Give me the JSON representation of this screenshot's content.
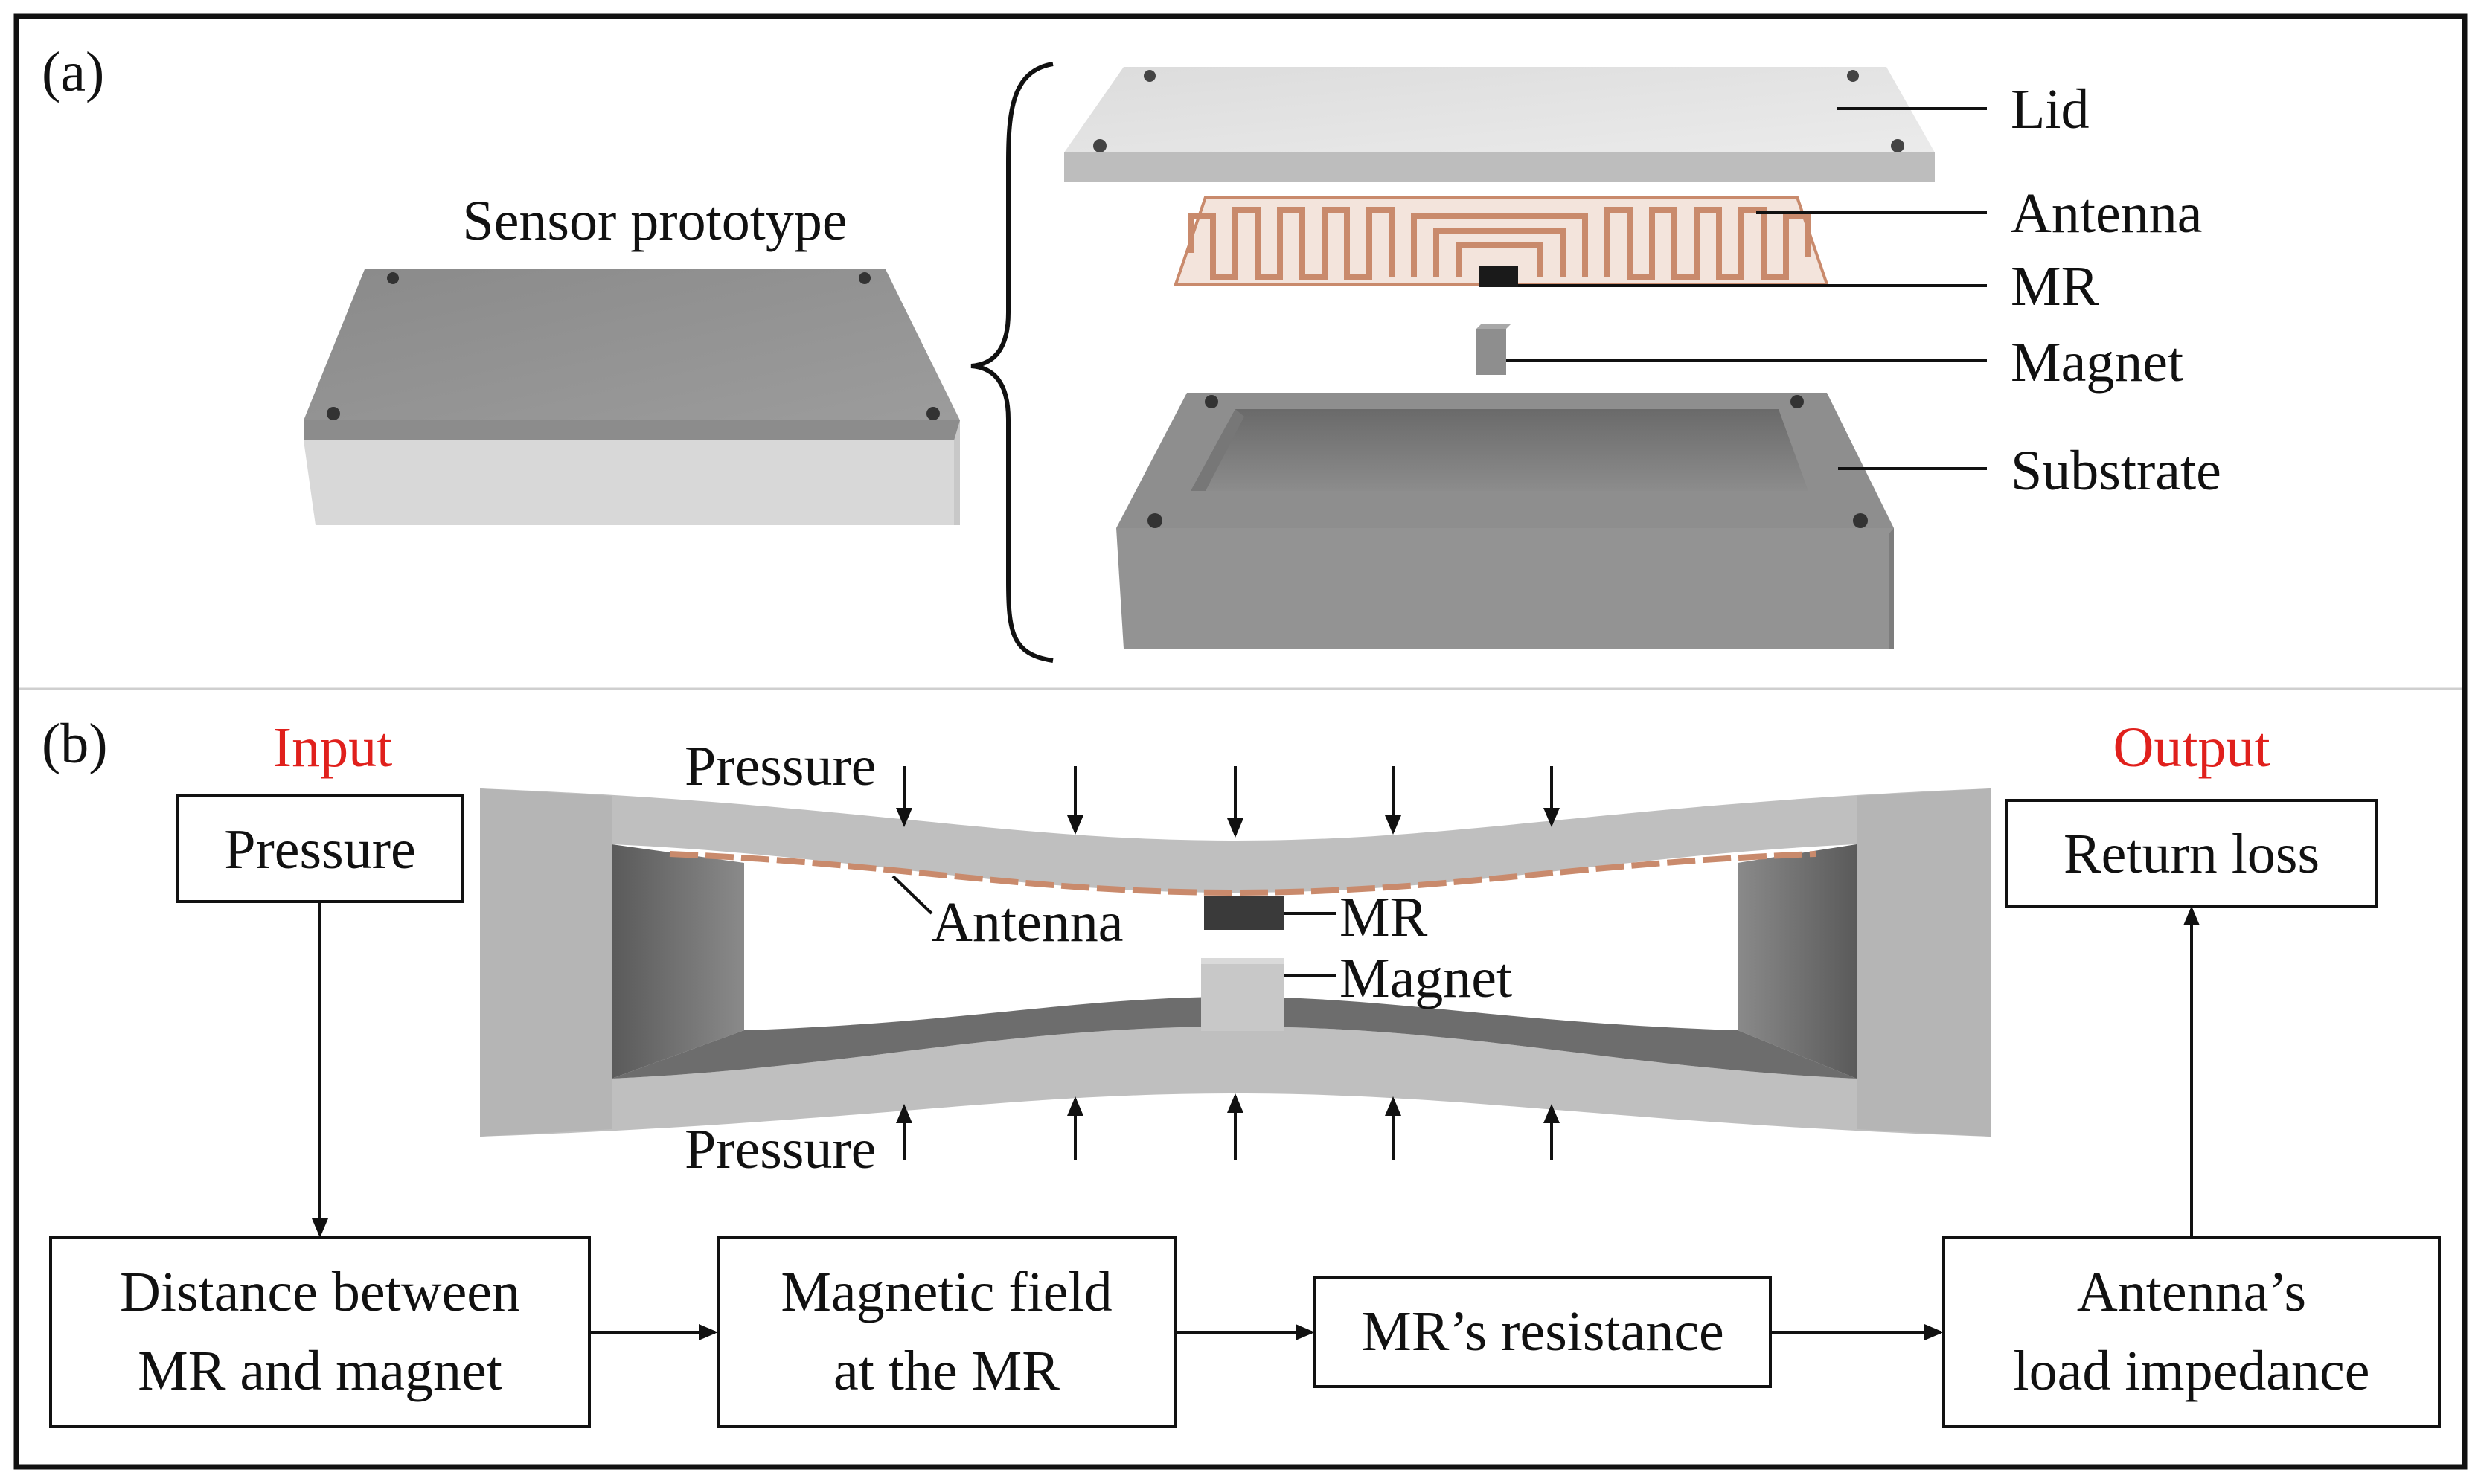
{
  "panel_a": {
    "tag": "(a)",
    "prototype_title": "Sensor prototype",
    "labels": {
      "lid": "Lid",
      "antenna": "Antenna",
      "mr": "MR",
      "magnet": "Magnet",
      "substrate": "Substrate"
    }
  },
  "panel_b": {
    "tag": "(b)",
    "input_heading": "Input",
    "output_heading": "Output",
    "pressure_top": "Pressure",
    "pressure_bottom": "Pressure",
    "antenna_label": "Antenna",
    "mr_label": "MR",
    "magnet_label": "Magnet",
    "input_box": "Pressure",
    "output_box": "Return loss",
    "flow": [
      {
        "line1": "Distance between",
        "line2": "MR and magnet"
      },
      {
        "line1": "Magnetic field",
        "line2": "at the MR"
      },
      {
        "line1": "MR’s resistance",
        "line2": ""
      },
      {
        "line1": "Antenna’s",
        "line2": "load impedance"
      }
    ]
  },
  "colors": {
    "accent_red": "#e0201c",
    "frame": "#111111",
    "copper": "#c98a6c",
    "device_gray": "#8e8e8e"
  }
}
